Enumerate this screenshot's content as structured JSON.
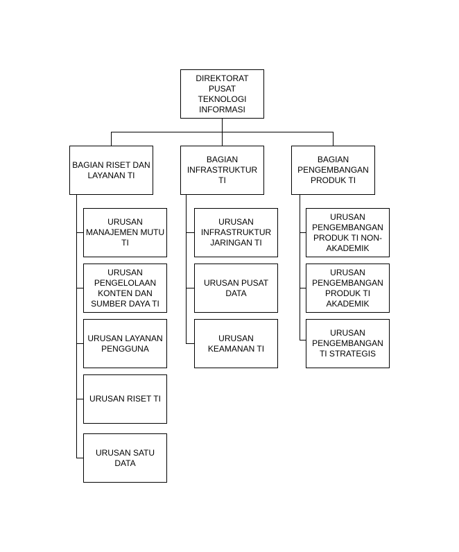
{
  "root": {
    "label": "DIREKTORAT PUSAT TEKNOLOGI INFORMASI"
  },
  "departments": [
    {
      "label": "BAGIAN RISET DAN LAYANAN TI",
      "units": [
        "URUSAN MANAJEMEN MUTU TI",
        "URUSAN PENGELOLAAN KONTEN DAN SUMBER DAYA TI",
        "URUSAN LAYANAN PENGGUNA",
        "URUSAN RISET TI",
        "URUSAN SATU DATA"
      ]
    },
    {
      "label": "BAGIAN INFRASTRUKTUR TI",
      "units": [
        "URUSAN INFRASTRUKTUR JARINGAN TI",
        "URUSAN PUSAT DATA",
        "URUSAN KEAMANAN TI"
      ]
    },
    {
      "label": "BAGIAN PENGEMBANGAN PRODUK TI",
      "units": [
        "URUSAN PENGEMBANGAN PRODUK TI NON-AKADEMIK",
        "URUSAN PENGEMBANGAN PRODUK TI AKADEMIK",
        "URUSAN PENGEMBANGAN TI STRATEGIS"
      ]
    }
  ]
}
